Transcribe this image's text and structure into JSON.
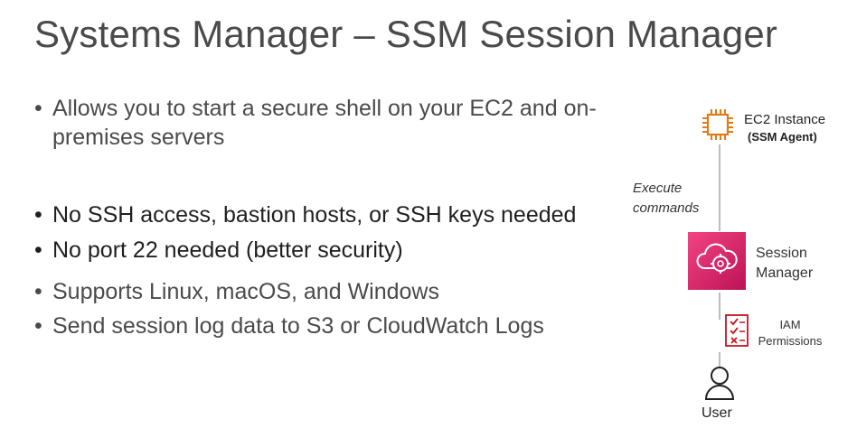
{
  "slide": {
    "title": "Systems Manager – SSM Session Manager",
    "bullets": [
      "Allows you to start a secure shell on your EC2 and on-premises servers",
      "No SSH access, bastion hosts, or SSH keys needed",
      "No port 22 needed (better security)",
      "Supports Linux, macOS, and Windows",
      "Send session log data to S3 or CloudWatch Logs"
    ],
    "bullet_marker": "•"
  },
  "diagram": {
    "ec2": {
      "label": "EC2 Instance",
      "sublabel": "(SSM Agent)",
      "icon": "ec2-chip-icon"
    },
    "edge_label_1": "Execute",
    "edge_label_2": "commands",
    "session_manager": {
      "label_1": "Session",
      "label_2": "Manager",
      "icon": "session-manager-icon"
    },
    "iam": {
      "label_1": "IAM",
      "label_2": "Permissions",
      "icon": "checklist-icon"
    },
    "user": {
      "label": "User",
      "icon": "user-icon"
    }
  },
  "colors": {
    "ec2_orange": "#e07b1a",
    "ssm_pink": "#d6246e",
    "iam_red": "#c7131f",
    "text": "#4a4a4a"
  }
}
